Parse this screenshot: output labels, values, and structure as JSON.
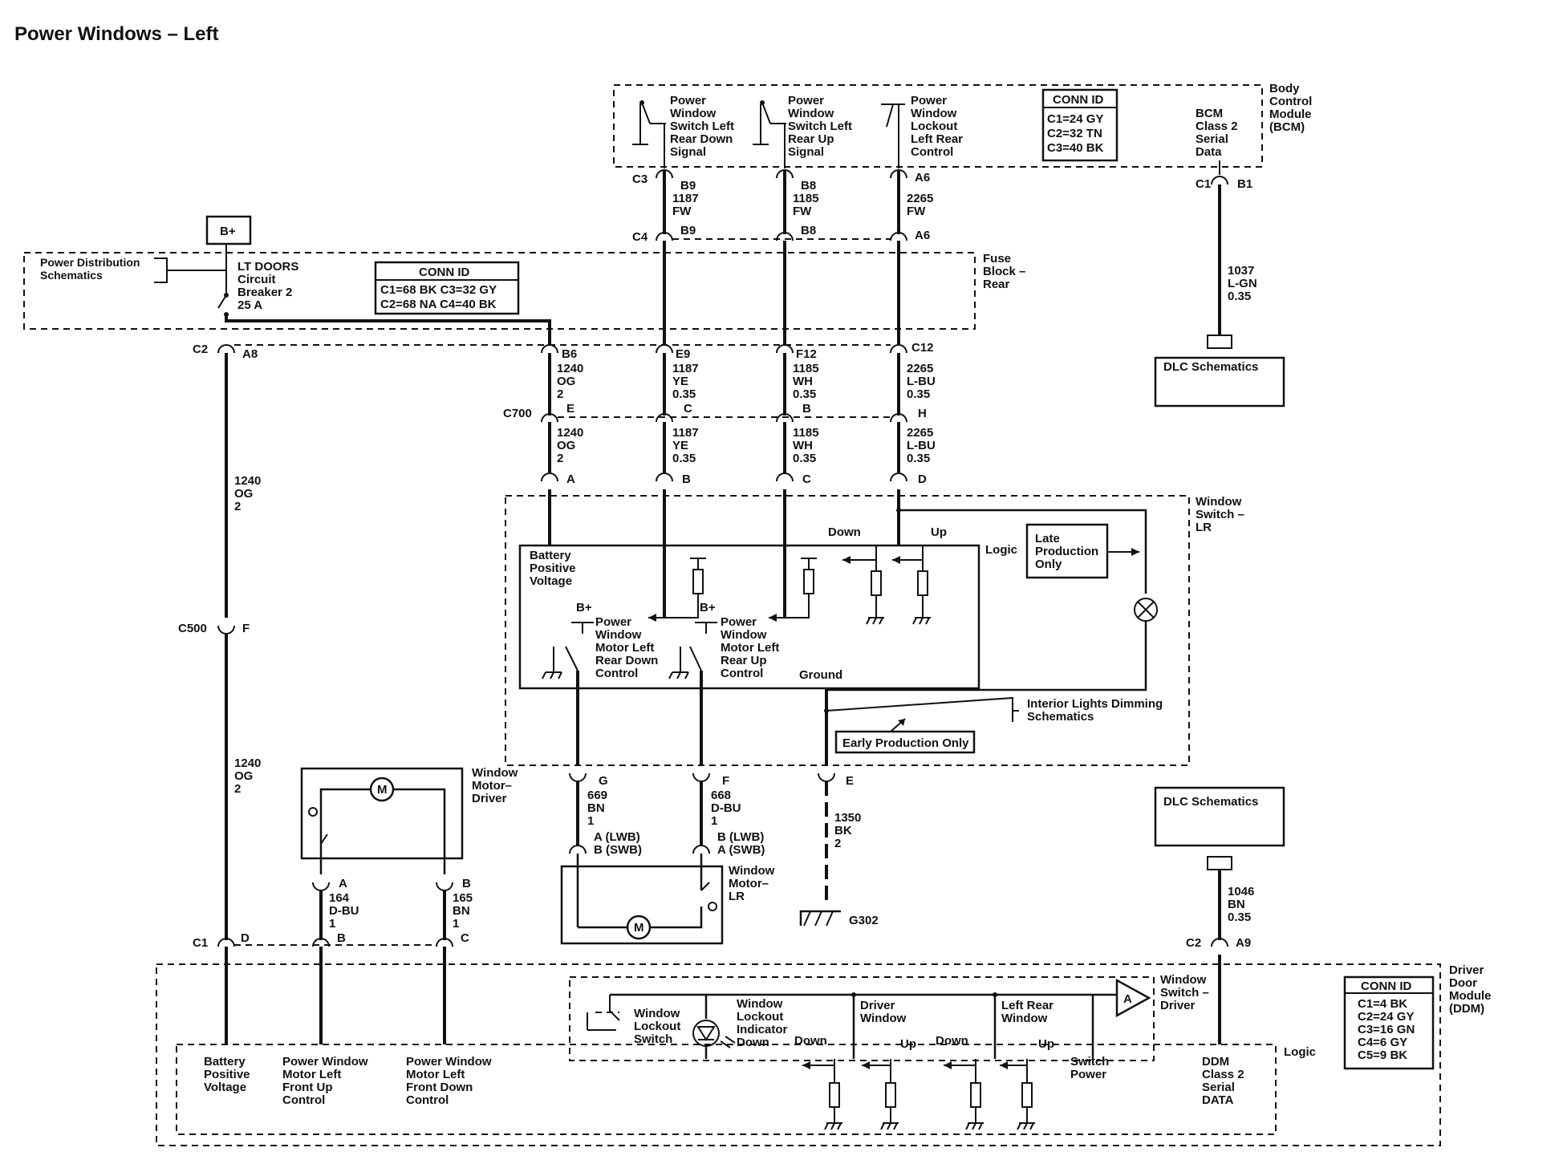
{
  "title": "Power Windows – Left",
  "b_plus": "B+",
  "power_dist": {
    "line1": "Power Distribution",
    "line2": "Schematics"
  },
  "fuse_breaker": {
    "l1": "LT DOORS",
    "l2": "Circuit",
    "l3": "Breaker 2",
    "l4": "25 A"
  },
  "fuse_block": {
    "l1": "Fuse",
    "l2": "Block –",
    "l3": "Rear"
  },
  "conn_id_fuse": {
    "title": "CONN ID",
    "row1": "C1=68 BK  C3=32 GY",
    "row2": "C2=68 NA  C4=40 BK"
  },
  "bcm": {
    "name": [
      "Body",
      "Control",
      "Module",
      "(BCM)"
    ],
    "conn_title": "CONN ID",
    "conn_rows": [
      "C1=24 GY",
      "C2=32 TN",
      "C3=40 BK"
    ],
    "sig_left_down": [
      "Power",
      "Window",
      "Switch Left",
      "Rear Down",
      "Signal"
    ],
    "sig_left_up": [
      "Power",
      "Window",
      "Switch Left",
      "Rear Up",
      "Signal"
    ],
    "lockout": [
      "Power",
      "Window",
      "Lockout",
      "Left Rear",
      "Control"
    ],
    "serial": [
      "BCM",
      "Class 2",
      "Serial",
      "Data"
    ]
  },
  "pins": {
    "c3": "C3",
    "b9": "B9",
    "b8": "B8",
    "a6": "A6",
    "c4": "C4",
    "c1": "C1",
    "b1": "B1",
    "c2": "C2",
    "a8": "A8",
    "b6": "B6",
    "e9": "E9",
    "f12": "F12",
    "c12": "C12",
    "c700": "C700",
    "e": "E",
    "c": "C",
    "b": "B",
    "h": "H",
    "a": "A",
    "d": "D",
    "c500": "C500",
    "f": "F",
    "g": "G",
    "a9": "A9"
  },
  "wires": {
    "w1187fw": [
      "1187",
      "FW"
    ],
    "w1185fw": [
      "1185",
      "FW"
    ],
    "w2265fw": [
      "2265",
      "FW"
    ],
    "w1037": [
      "1037",
      "L-GN",
      "0.35"
    ],
    "w1240_fb": [
      "1240",
      "OG",
      "2"
    ],
    "w1187ye": [
      "1187",
      "YE",
      "0.35"
    ],
    "w1185wh": [
      "1185",
      "WH",
      "0.35"
    ],
    "w2265lbu": [
      "2265",
      "L-BU",
      "0.35"
    ],
    "w1240_main1": [
      "1240",
      "OG",
      "2"
    ],
    "w1240_main2": [
      "1240",
      "OG",
      "2"
    ],
    "w669": [
      "669",
      "BN",
      "1"
    ],
    "w668": [
      "668",
      "D-BU",
      "1"
    ],
    "w1350": [
      "1350",
      "BK",
      "2"
    ],
    "w164": [
      "164",
      "D-BU",
      "1"
    ],
    "w165": [
      "165",
      "BN",
      "1"
    ],
    "w1046": [
      "1046",
      "BN",
      "0.35"
    ]
  },
  "dlc": "DLC Schematics",
  "switch_lr": {
    "name": [
      "Window",
      "Switch –",
      "LR"
    ],
    "logic": "Logic",
    "down": "Down",
    "up": "Up",
    "batt": [
      "Battery",
      "Positive",
      "Voltage"
    ],
    "late_prod": [
      "Late",
      "Production",
      "Only"
    ],
    "motor_down": [
      "Power",
      "Window",
      "Motor Left",
      "Rear Down",
      "Control"
    ],
    "motor_up": [
      "Power",
      "Window",
      "Motor Left",
      "Rear Up",
      "Control"
    ],
    "ground": "Ground",
    "b_plus": "B+",
    "interior": [
      "Interior Lights Dimming",
      "Schematics"
    ],
    "early_prod": "Early Production Only"
  },
  "motor_lr": {
    "name": [
      "Window",
      "Motor–",
      "LR"
    ],
    "pin_a": [
      "A (LWB)",
      "B (SWB)"
    ],
    "pin_b": [
      "B (LWB)",
      "A (SWB)"
    ],
    "m": "M"
  },
  "motor_driver": {
    "name": [
      "Window",
      "Motor–",
      "Driver"
    ],
    "m": "M"
  },
  "ground_g302": "G302",
  "ddm": {
    "name": [
      "Driver",
      "Door",
      "Module",
      "(DDM)"
    ],
    "conn_title": "CONN ID",
    "conn_rows": [
      "C1=4 BK",
      "C2=24 GY",
      "C3=16 GN",
      "C4=6 GY",
      "C5=9 BK"
    ],
    "switch_driver": [
      "Window",
      "Switch –",
      "Driver"
    ],
    "lockout_sw": [
      "Window",
      "Lockout",
      "Switch"
    ],
    "lockout_ind": [
      "Window",
      "Lockout",
      "Indicator",
      "Down"
    ],
    "driver_win": [
      "Driver",
      "Window"
    ],
    "left_rear_win": [
      "Left Rear",
      "Window"
    ],
    "down": "Down",
    "up": "Up",
    "logic": "Logic",
    "batt": [
      "Battery",
      "Positive",
      "Voltage"
    ],
    "front_up": [
      "Power Window",
      "Motor Left",
      "Front Up",
      "Control"
    ],
    "front_down": [
      "Power Window",
      "Motor Left",
      "Front Down",
      "Control"
    ],
    "switch_power": [
      "Switch",
      "Power"
    ],
    "serial": [
      "DDM",
      "Class 2",
      "Serial",
      "DATA"
    ],
    "amp": "A"
  }
}
